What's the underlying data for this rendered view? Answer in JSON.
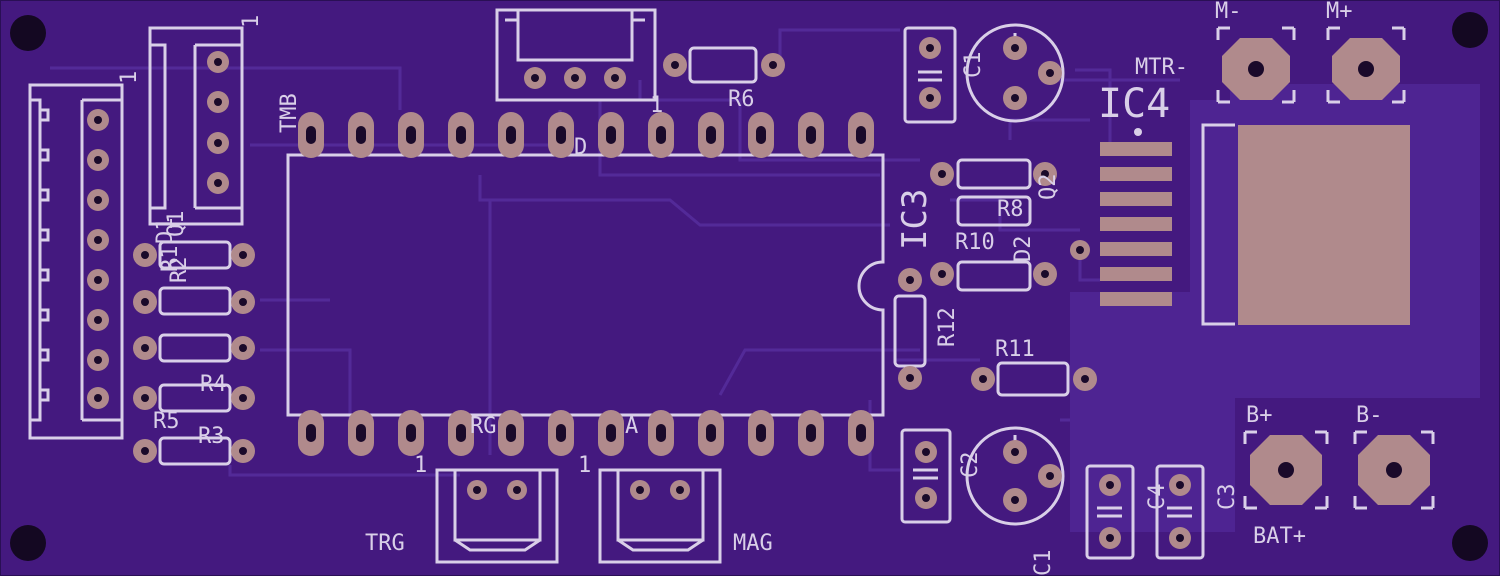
{
  "board": {
    "colors": {
      "background": "#3b1572",
      "board_fill": "#44197f",
      "copper_pour": "#4e2492",
      "trace": "#522897",
      "silkscreen": "#d9cfe8",
      "pad": "#b08a8c",
      "hole": "#1a0a2a"
    }
  },
  "labels": {
    "ic3": "IC3",
    "ic4": "IC4",
    "tmb": "TMB",
    "trg_conn": "TRG",
    "mag_conn": "MAG",
    "trg_ic": "RG",
    "mag_ic": "A",
    "pd_ic": "D",
    "mtr_minus": "MTR-",
    "m_minus": "M-",
    "m_plus": "M+",
    "b_plus": "B+",
    "b_minus": "B-",
    "bat_plus": "BAT+",
    "r1": "R1",
    "r2": "R2",
    "r3": "R3",
    "r4": "R4",
    "r5": "R5",
    "r6": "R6",
    "r8": "R8",
    "r10": "R10",
    "r11": "R11",
    "r12": "R12",
    "c1_top": "C1",
    "c1_bottom": "C1",
    "c2": "C2",
    "c3": "C3",
    "c4": "C4",
    "q1": "Q1",
    "q2": "Q2",
    "d1": "D1",
    "d2": "D2",
    "pin1_a": "1",
    "pin1_b": "1",
    "pin1_c": "1",
    "pin1_d": "1",
    "pin1_e": "1"
  }
}
